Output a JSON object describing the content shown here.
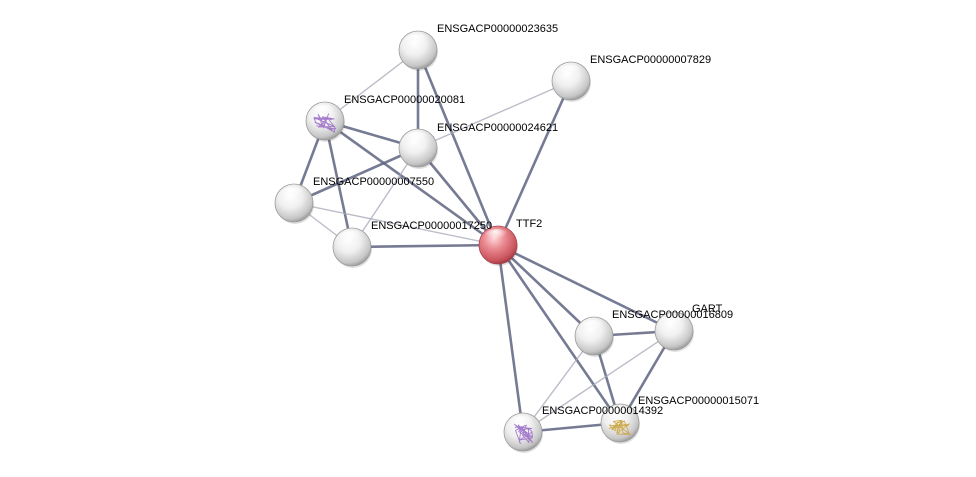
{
  "network": {
    "colors": {
      "background": "#ffffff",
      "query_node": "#e0616b",
      "node": "#e8e8e8",
      "edge_strong": "#5e6480",
      "edge_weak": "#a9acba",
      "structure_purple": "#9b6fc6",
      "structure_gold": "#c9a441"
    },
    "nodes": [
      {
        "id": "ENSGACP00000023635",
        "label": "ENSGACP00000023635",
        "query": false,
        "structure": null
      },
      {
        "id": "ENSGACP00000007829",
        "label": "ENSGACP00000007829",
        "query": false,
        "structure": null
      },
      {
        "id": "ENSGACP00000020081",
        "label": "ENSGACP00000020081",
        "query": false,
        "structure": "purple"
      },
      {
        "id": "ENSGACP00000024621",
        "label": "ENSGACP00000024621",
        "query": false,
        "structure": null
      },
      {
        "id": "ENSGACP00000007550",
        "label": "ENSGACP00000007550",
        "query": false,
        "structure": null
      },
      {
        "id": "ENSGACP00000017250",
        "label": "ENSGACP00000017250",
        "query": false,
        "structure": null
      },
      {
        "id": "TTF2",
        "label": "TTF2",
        "query": true,
        "structure": null
      },
      {
        "id": "ENSGACP00000016809",
        "label": "ENSGACP00000016809",
        "query": false,
        "structure": null
      },
      {
        "id": "GART",
        "label": "GART",
        "query": false,
        "structure": null
      },
      {
        "id": "ENSGACP00000014392",
        "label": "ENSGACP00000014392",
        "query": false,
        "structure": "purple"
      },
      {
        "id": "ENSGACP00000015071",
        "label": "ENSGACP00000015071",
        "query": false,
        "structure": "gold"
      }
    ],
    "edges": [
      {
        "source": "ENSGACP00000023635",
        "target": "ENSGACP00000020081",
        "strength": "weak"
      },
      {
        "source": "ENSGACP00000023635",
        "target": "ENSGACP00000024621",
        "strength": "strong"
      },
      {
        "source": "ENSGACP00000023635",
        "target": "TTF2",
        "strength": "strong"
      },
      {
        "source": "ENSGACP00000007829",
        "target": "ENSGACP00000024621",
        "strength": "weak"
      },
      {
        "source": "ENSGACP00000007829",
        "target": "TTF2",
        "strength": "strong"
      },
      {
        "source": "ENSGACP00000020081",
        "target": "ENSGACP00000024621",
        "strength": "strong"
      },
      {
        "source": "ENSGACP00000020081",
        "target": "ENSGACP00000007550",
        "strength": "strong"
      },
      {
        "source": "ENSGACP00000020081",
        "target": "ENSGACP00000017250",
        "strength": "strong"
      },
      {
        "source": "ENSGACP00000020081",
        "target": "TTF2",
        "strength": "strong"
      },
      {
        "source": "ENSGACP00000024621",
        "target": "ENSGACP00000007550",
        "strength": "strong"
      },
      {
        "source": "ENSGACP00000024621",
        "target": "ENSGACP00000017250",
        "strength": "weak"
      },
      {
        "source": "ENSGACP00000024621",
        "target": "TTF2",
        "strength": "strong"
      },
      {
        "source": "ENSGACP00000007550",
        "target": "ENSGACP00000017250",
        "strength": "weak"
      },
      {
        "source": "ENSGACP00000007550",
        "target": "TTF2",
        "strength": "weak"
      },
      {
        "source": "ENSGACP00000017250",
        "target": "TTF2",
        "strength": "strong"
      },
      {
        "source": "TTF2",
        "target": "ENSGACP00000016809",
        "strength": "strong"
      },
      {
        "source": "TTF2",
        "target": "GART",
        "strength": "strong"
      },
      {
        "source": "TTF2",
        "target": "ENSGACP00000014392",
        "strength": "strong"
      },
      {
        "source": "TTF2",
        "target": "ENSGACP00000015071",
        "strength": "strong"
      },
      {
        "source": "ENSGACP00000016809",
        "target": "GART",
        "strength": "strong"
      },
      {
        "source": "ENSGACP00000016809",
        "target": "ENSGACP00000014392",
        "strength": "weak"
      },
      {
        "source": "ENSGACP00000016809",
        "target": "ENSGACP00000015071",
        "strength": "strong"
      },
      {
        "source": "GART",
        "target": "ENSGACP00000014392",
        "strength": "weak"
      },
      {
        "source": "GART",
        "target": "ENSGACP00000015071",
        "strength": "strong"
      },
      {
        "source": "ENSGACP00000014392",
        "target": "ENSGACP00000015071",
        "strength": "strong"
      }
    ]
  }
}
